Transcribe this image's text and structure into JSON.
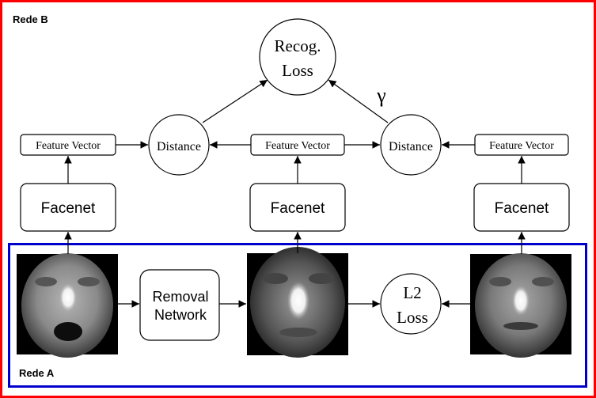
{
  "outer_group": {
    "label": "Rede B",
    "border_color": "#ff0000"
  },
  "inner_group": {
    "label": "Rede A",
    "border_color": "#0000cc"
  },
  "recog_loss": {
    "line1": "Recog.",
    "line2": "Loss"
  },
  "gamma_symbol": "γ",
  "distance_nodes": [
    {
      "label": "Distance"
    },
    {
      "label": "Distance"
    }
  ],
  "feature_vectors": [
    {
      "label": "Feature Vector"
    },
    {
      "label": "Feature Vector"
    },
    {
      "label": "Feature Vector"
    }
  ],
  "facenet_boxes": [
    {
      "label": "Facenet"
    },
    {
      "label": "Facenet"
    },
    {
      "label": "Facenet"
    }
  ],
  "removal_network": {
    "line1": "Removal",
    "line2": "Network"
  },
  "l2_loss": {
    "line1": "L2",
    "line2": "Loss"
  },
  "face_images": [
    {
      "icon": "face-with-open-mouth"
    },
    {
      "icon": "blurred-face"
    },
    {
      "icon": "neutral-face"
    }
  ]
}
